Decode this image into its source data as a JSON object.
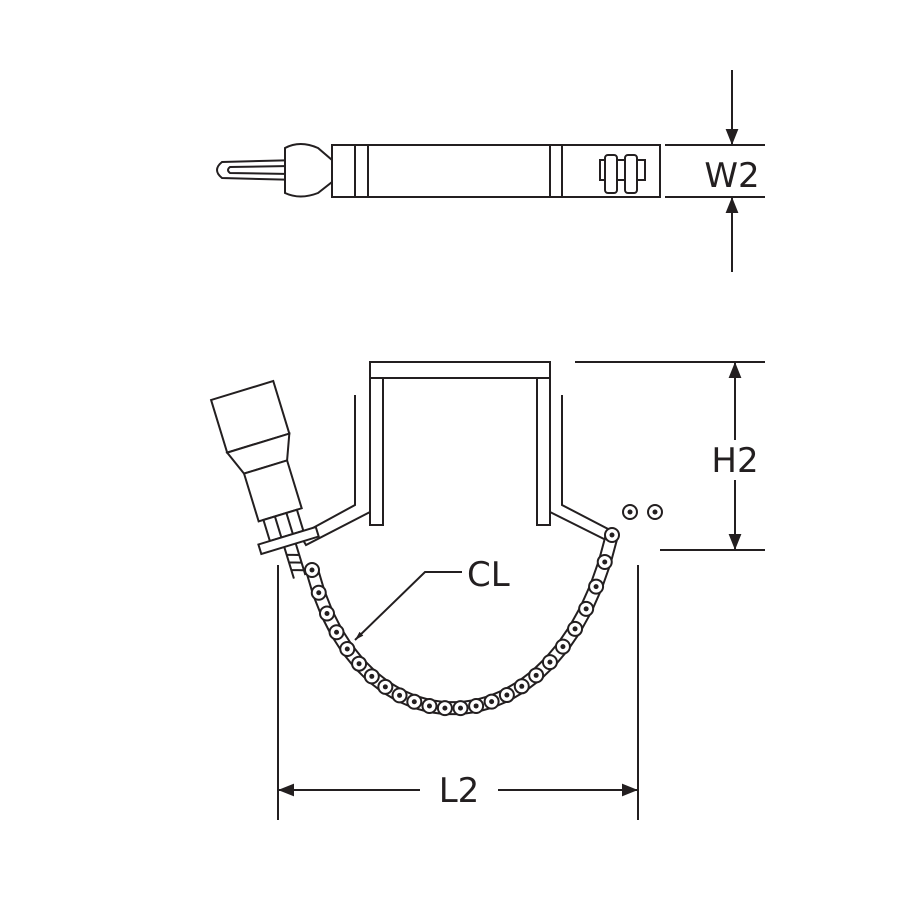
{
  "labels": {
    "width": "W2",
    "height": "H2",
    "centerline": "CL",
    "length": "L2"
  },
  "colors": {
    "line": "#231f20",
    "background": "#ffffff"
  }
}
